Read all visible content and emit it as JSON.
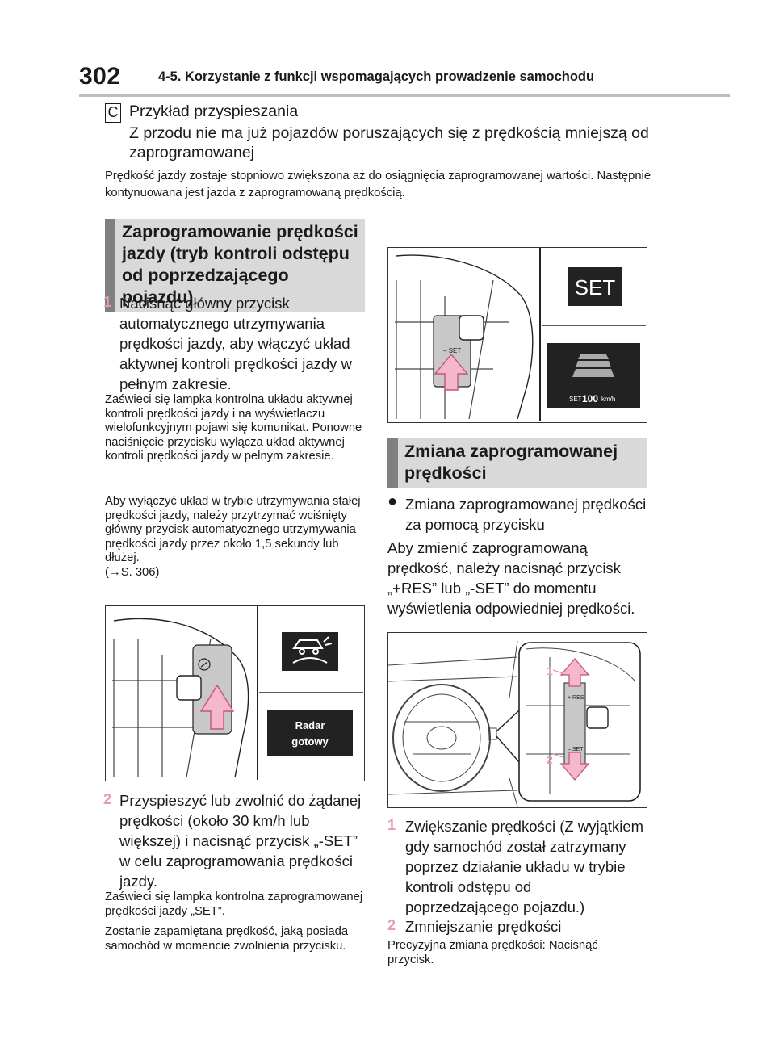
{
  "header": {
    "page_number": "302",
    "chapter_title": "4-5. Korzystanie z funkcji wspomagających prowadzenie samochodu"
  },
  "example_c": {
    "marker": "C",
    "title": "Przykład przyspieszania",
    "description": "Z przodu nie ma już pojazdów poruszających się z prędkością mniejszą od zaprogramowanej",
    "note": "Prędkość jazdy zostaje stopniowo zwiększona aż do osiągnięcia zaprogramowanej wartości. Następnie kontynuowana jest jazda z zaprogramowaną prędkością."
  },
  "section1": {
    "heading": "Zaprogramowanie prędkości jazdy (tryb kontroli odstępu od poprzedzającego pojazdu)",
    "step1": {
      "num": "1",
      "text": "Nacisnąć główny przycisk automatycznego utrzymywania prędkości jazdy, aby włączyć układ aktywnej kontroli prędkości jazdy w pełnym zakresie.",
      "note1": "Zaświeci się lampka kontrolna układu aktywnej kontroli prędkości jazdy i na wyświetlaczu wielofunkcyjnym pojawi się komunikat. Ponowne naciśnięcie przycisku wyłącza układ aktywnej kontroli prędkości jazdy w pełnym zakresie.",
      "note2_a": "Aby wyłączyć układ w trybie utrzymywania stałej prędkości jazdy, należy przytrzymać wciśnięty główny przycisk automatycznego utrzymywania prędkości jazdy przez około 1,5 sekundy lub dłużej.",
      "note2_ref": "(→S. 306)"
    },
    "figure1": {
      "display_line1": "Radar",
      "display_line2": "gotowy"
    },
    "step2": {
      "num": "2",
      "text": "Przyspieszyć lub zwolnić do żądanej prędkości (około 30 km/h lub większej) i nacisnąć przycisk „-SET” w celu zaprogramowania prędkości jazdy.",
      "note1": "Zaświeci się lampka kontrolna zaprogramowanej prędkości jazdy „SET”.",
      "note2": "Zostanie zapamiętana prędkość, jaką posiada samochód w momencie zwolnienia przycisku."
    },
    "figure2": {
      "set_indicator": "SET",
      "button_label": "– SET",
      "display_set": "SET",
      "display_speed": "100",
      "display_unit": "km/h"
    }
  },
  "section2": {
    "heading": "Zmiana zaprogramowanej prędkości",
    "bullet": "Zmiana zaprogramowanej prędkości za pomocą przycisku",
    "paragraph": "Aby zmienić zaprogramowaną prędkość, należy nacisnąć przycisk „+RES” lub „-SET” do momentu wyświetlenia odpowiedniej prędkości.",
    "figure3": {
      "callout1": "1",
      "callout2": "2",
      "res_label": "+ RES",
      "set_label": "– SET"
    },
    "item1": {
      "num": "1",
      "text": "Zwiększanie prędkości (Z wyjątkiem gdy samochód został zatrzymany poprzez działanie układu w trybie kontroli odstępu od poprzedzającego pojazdu.)"
    },
    "item2": {
      "num": "2",
      "text": "Zmniejszanie prędkości"
    },
    "note": "Precyzyjna zmiana prędkości: Nacisnąć przycisk."
  },
  "colors": {
    "accent_pink": "#e79bb6",
    "heading_bg": "#d9d9d9",
    "heading_bar": "#808080",
    "highlight_panel": "#c8c8c8"
  }
}
